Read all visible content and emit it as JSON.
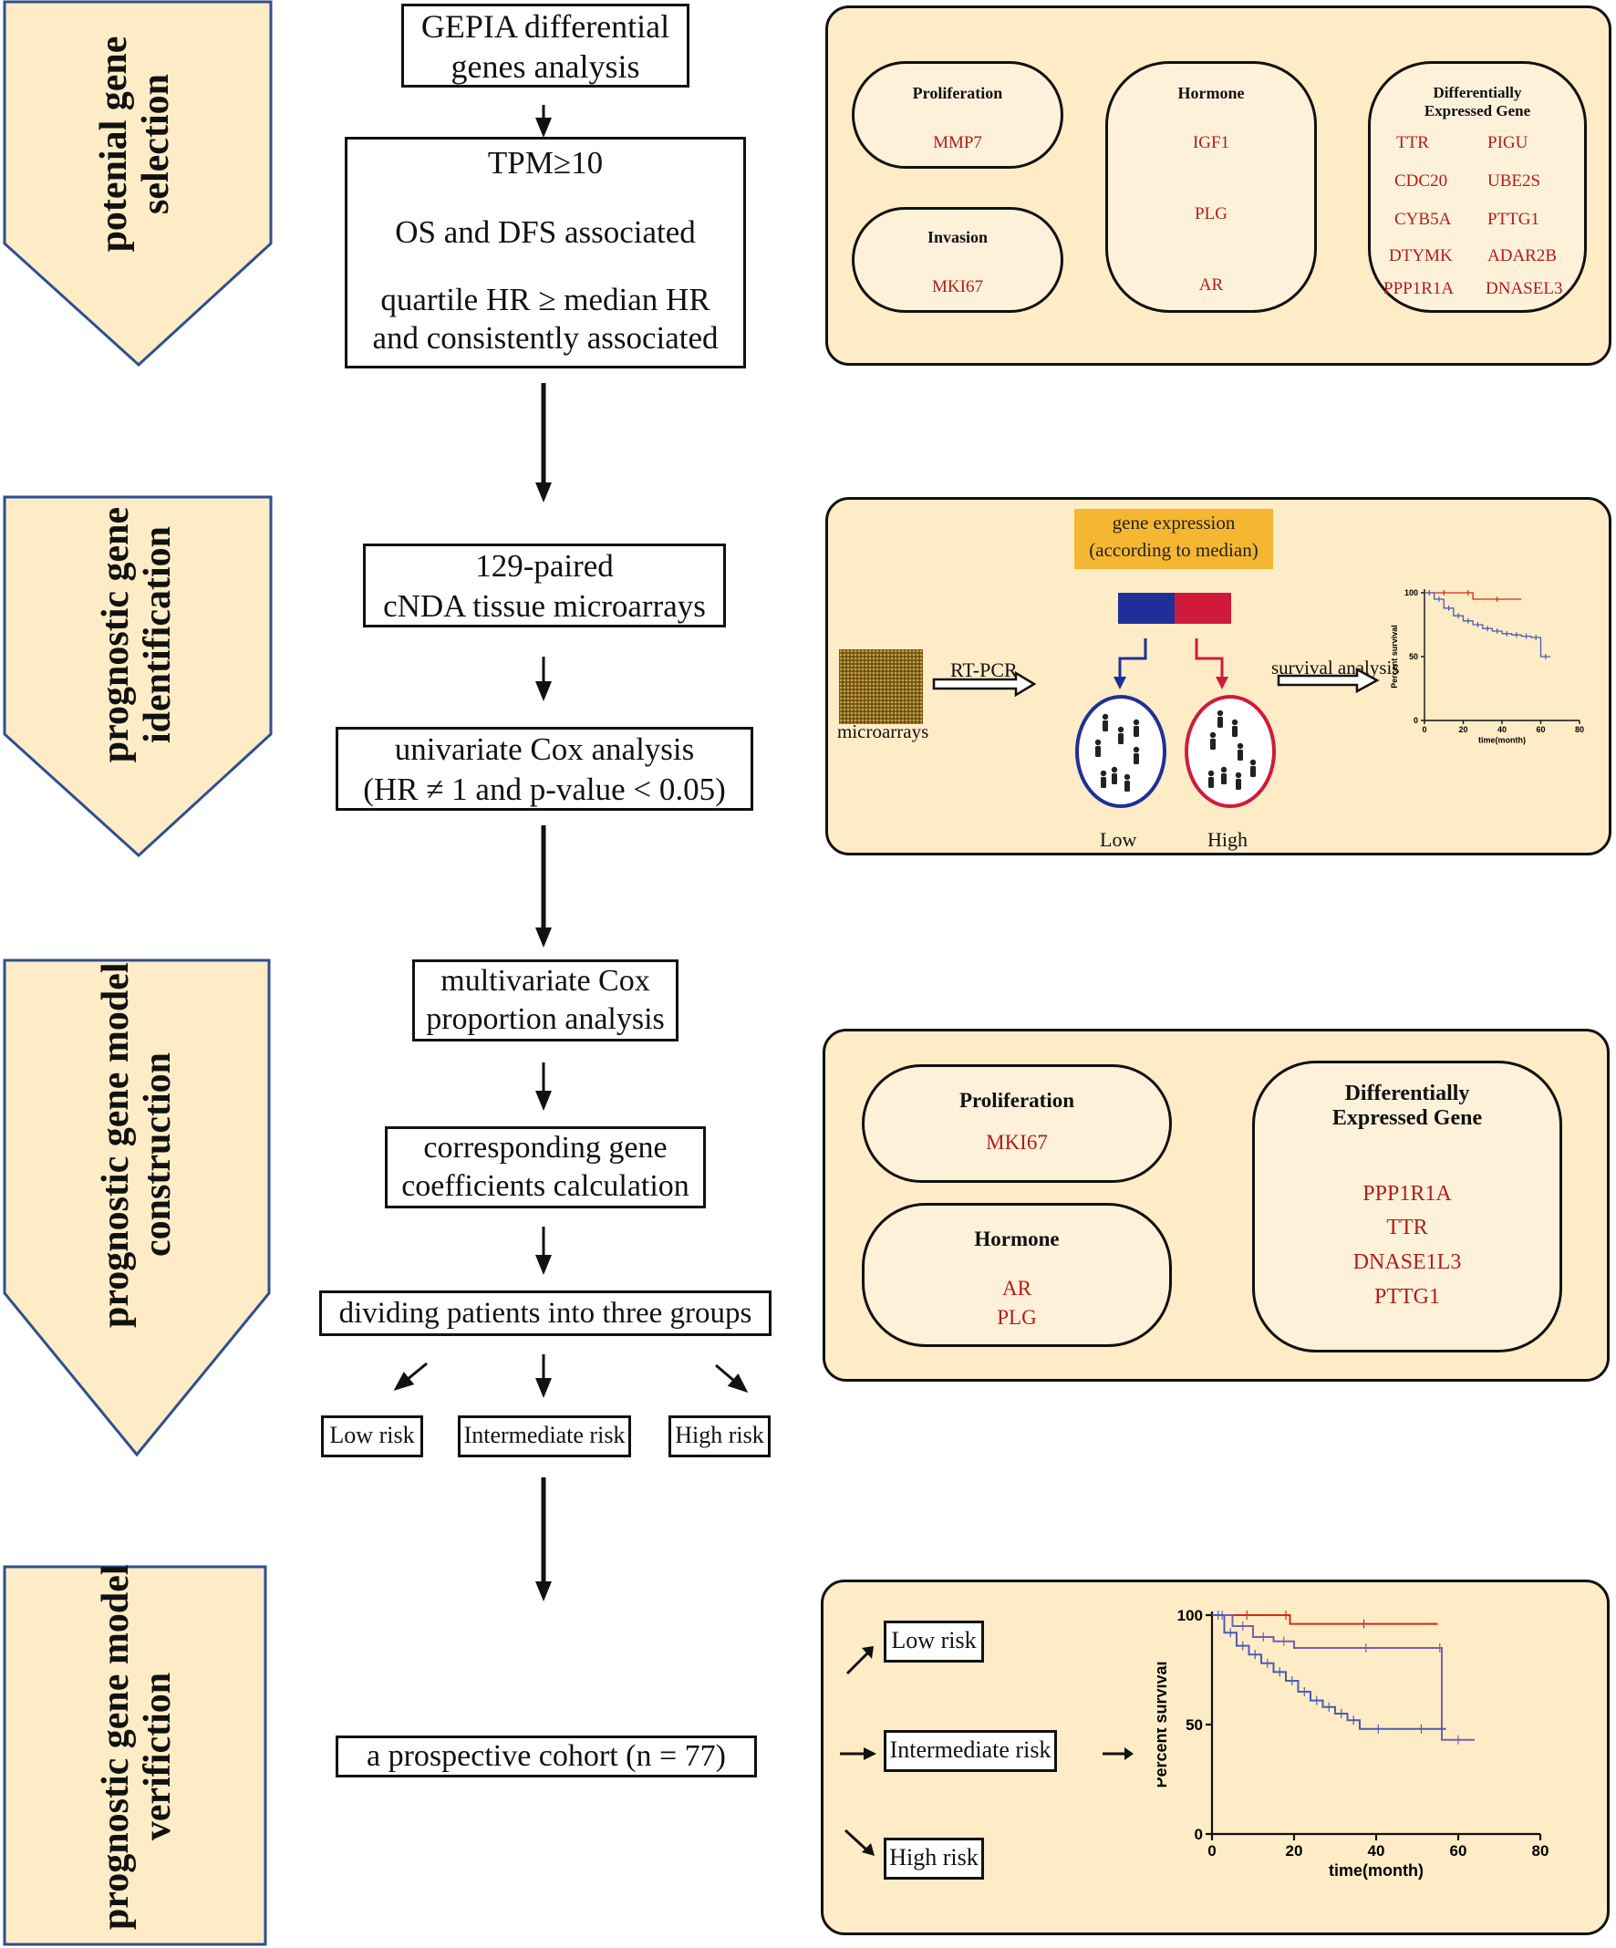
{
  "stages": [
    {
      "label_line1": "potenial gene",
      "label_line2": "selection"
    },
    {
      "label_line1": "prognostic gene",
      "label_line2": "identification"
    },
    {
      "label_line1": "prognostic gene model",
      "label_line2": "construction"
    },
    {
      "label_line1": "prognostic gene model",
      "label_line2": "verifiction"
    }
  ],
  "flow": {
    "gepia": [
      "GEPIA differential",
      "genes analysis"
    ],
    "criteria": [
      "TPM≥10",
      "OS and DFS associated",
      "quartile  HR ≥ median HR",
      "and consistently associated"
    ],
    "microarray": [
      "129-paired",
      "cNDA tissue microarrays"
    ],
    "univariate": [
      "univariate Cox analysis",
      "(HR ≠ 1 and p-value < 0.05)"
    ],
    "multivariate": [
      "multivariate Cox",
      "proportion analysis"
    ],
    "coefficients": [
      "corresponding gene",
      "coefficients calculation"
    ],
    "dividing": "dividing patients into three groups",
    "risk_groups": [
      "Low risk",
      "Intermediate risk",
      "High risk"
    ],
    "cohort": "a  prospective cohort (n =  77)"
  },
  "panel1": {
    "proliferation": {
      "title": "Proliferation",
      "genes": [
        "MMP7"
      ]
    },
    "invasion": {
      "title": "Invasion",
      "genes": [
        "MKI67"
      ]
    },
    "hormone": {
      "title": "Hormone",
      "genes": [
        "IGF1",
        "PLG",
        "AR"
      ]
    },
    "deg": {
      "title_line1": "Differentially",
      "title_line2": "Expressed Gene",
      "genes": [
        "TTR",
        "PIGU",
        "CDC20",
        "UBE2S",
        "CYB5A",
        "PTTG1",
        "DTYMK",
        "ADAR2B",
        "PPP1R1A",
        "DNASEL3"
      ]
    }
  },
  "panel2": {
    "gene_expression": [
      "gene expression",
      "(according to median)"
    ],
    "microarrays_label": "microarrays",
    "rtpcr": "RT-PCR",
    "survival_analysis": "survival analysis",
    "low": "Low",
    "high": "High",
    "chart_ylabel": "Percent survival",
    "chart_xlabel": "time(month)"
  },
  "panel3": {
    "proliferation": {
      "title": "Proliferation",
      "genes": [
        "MKI67"
      ]
    },
    "hormone": {
      "title": "Hormone",
      "genes": [
        "AR",
        "PLG"
      ]
    },
    "deg": {
      "title_line1": "Differentially",
      "title_line2": "Expressed Gene",
      "genes": [
        "PPP1R1A",
        "TTR",
        "DNASE1L3",
        "PTTG1"
      ]
    }
  },
  "panel4": {
    "risk_groups": [
      "Low risk",
      "Intermediate risk",
      "High risk"
    ]
  },
  "colors": {
    "stage_fill": "#fdecc6",
    "stage_border": "#2f4f8f",
    "panel_fill": "#fdecc6",
    "gene_red": "#b31b1b",
    "low_blue": "#1f2f9a",
    "high_red": "#d01a3c",
    "curve_red": "#d62a1a",
    "curve_purple": "#7b5fa8",
    "curve_blue": "#4a5db0",
    "gene_header": "#f5b731"
  },
  "chart_data": [
    {
      "type": "line",
      "ylabel": "Percent survival",
      "xlabel": "time(month)",
      "xlim": [
        0,
        80
      ],
      "ylim": [
        0,
        100
      ],
      "xticks": [
        0,
        20,
        40,
        60,
        80
      ],
      "yticks": [
        0,
        50,
        100
      ],
      "series": [
        {
          "color": "red",
          "x": [
            0,
            20,
            25,
            50
          ],
          "y": [
            100,
            100,
            95,
            95
          ]
        },
        {
          "color": "blue",
          "x": [
            0,
            5,
            10,
            15,
            20,
            25,
            30,
            35,
            40,
            45,
            50,
            55,
            60,
            65
          ],
          "y": [
            100,
            95,
            88,
            82,
            78,
            75,
            72,
            70,
            68,
            67,
            66,
            65,
            50,
            50
          ]
        }
      ]
    },
    {
      "type": "line",
      "ylabel": "Percent survival",
      "xlabel": "time(month)",
      "xlim": [
        0,
        80
      ],
      "ylim": [
        0,
        100
      ],
      "xticks": [
        0,
        20,
        40,
        60,
        80
      ],
      "yticks": [
        0,
        50,
        100
      ],
      "series": [
        {
          "color": "red",
          "x": [
            0,
            17,
            19,
            55
          ],
          "y": [
            100,
            100,
            96,
            96
          ]
        },
        {
          "color": "purple",
          "x": [
            0,
            5,
            10,
            15,
            20,
            55,
            56,
            64
          ],
          "y": [
            100,
            95,
            90,
            88,
            85,
            85,
            43,
            43
          ]
        },
        {
          "color": "blue",
          "x": [
            0,
            3,
            6,
            9,
            12,
            15,
            18,
            21,
            24,
            27,
            30,
            33,
            36,
            45,
            57
          ],
          "y": [
            100,
            92,
            86,
            82,
            78,
            74,
            70,
            65,
            61,
            58,
            55,
            52,
            48,
            48,
            48
          ]
        }
      ]
    }
  ]
}
